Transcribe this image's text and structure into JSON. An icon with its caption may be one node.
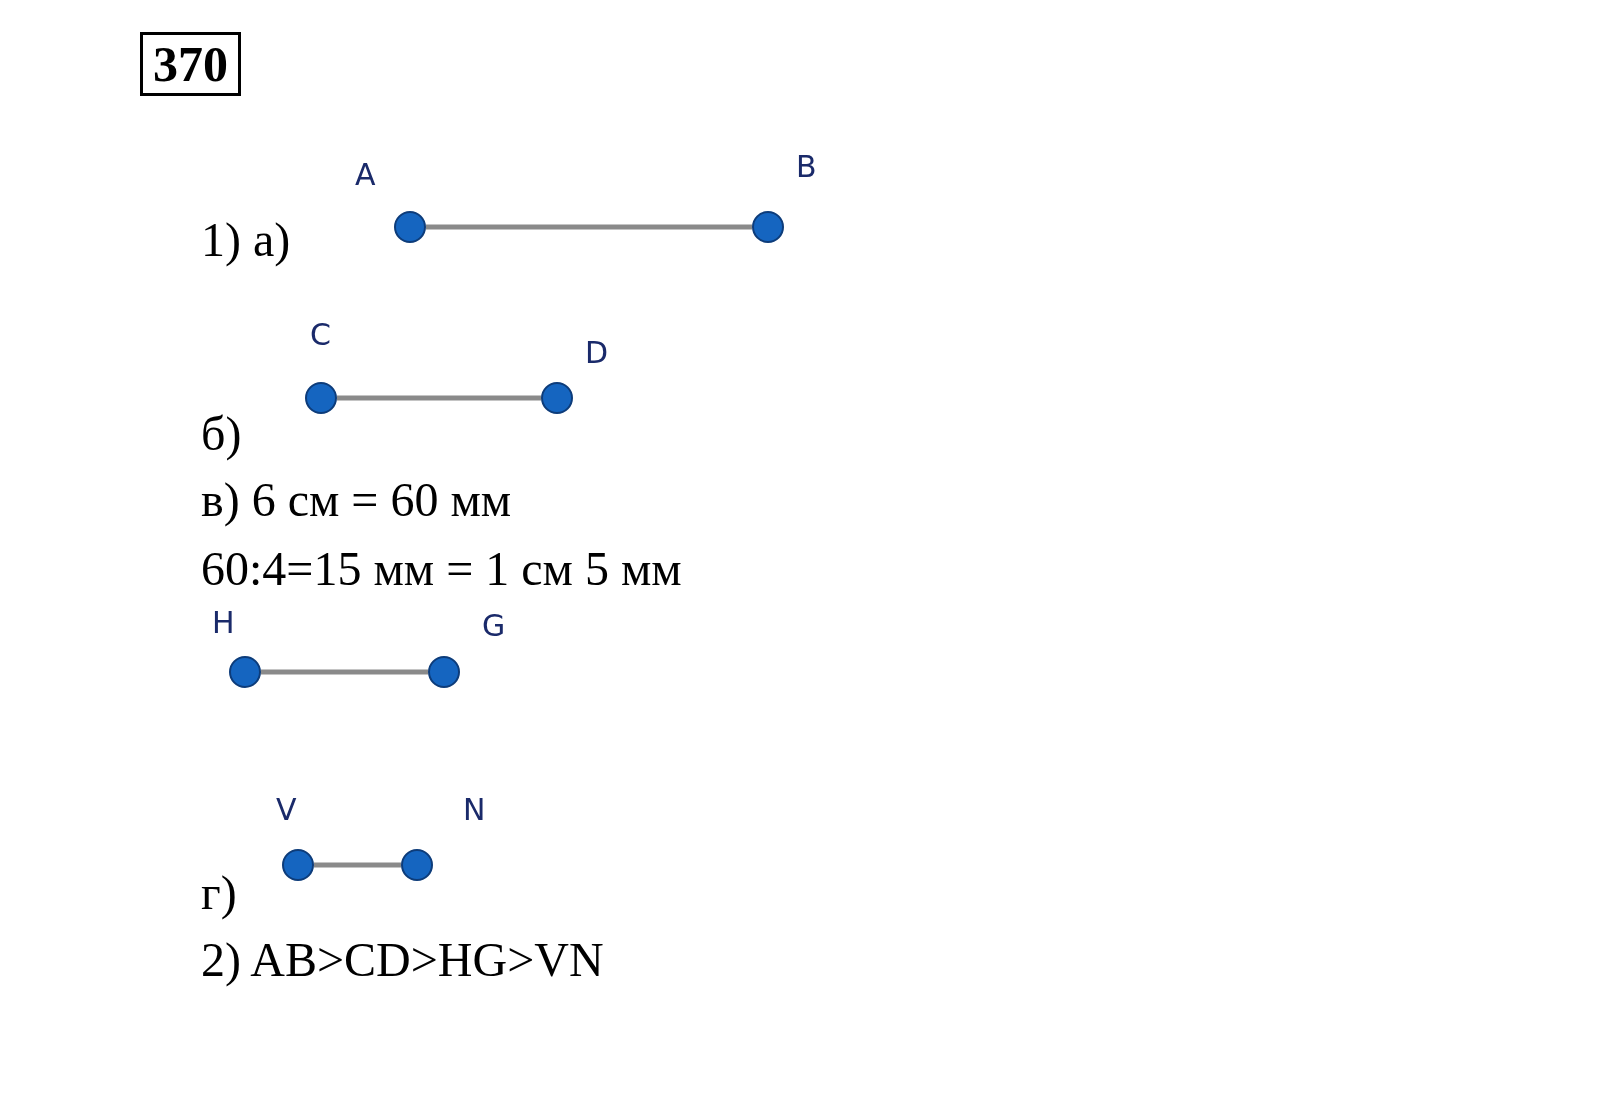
{
  "diagram": {
    "title": "370",
    "nodes": [
      {
        "text": [
          "A"
        ]
      },
      {
        "text": [
          "B"
        ]
      },
      {
        "text": [
          "C"
        ]
      },
      {
        "text": [
          "D"
        ]
      },
      {
        "text": [
          "H"
        ]
      },
      {
        "text": [
          "G"
        ]
      },
      {
        "text": [
          "V"
        ]
      },
      {
        "text": [
          "N"
        ]
      }
    ],
    "edges": [
      {
        "from": 0,
        "to": 1,
        "arrow": "none"
      },
      {
        "from": 2,
        "to": 3,
        "arrow": "none"
      },
      {
        "from": 4,
        "to": 5,
        "arrow": "none"
      },
      {
        "from": 6,
        "to": 7,
        "arrow": "none"
      }
    ],
    "labels": [
      "1) а)",
      "б)",
      "в) 6 см = 60 мм",
      "60:4=15 мм = 1 см 5 мм",
      "г)",
      "2) AB>CD>HG>VN"
    ]
  }
}
